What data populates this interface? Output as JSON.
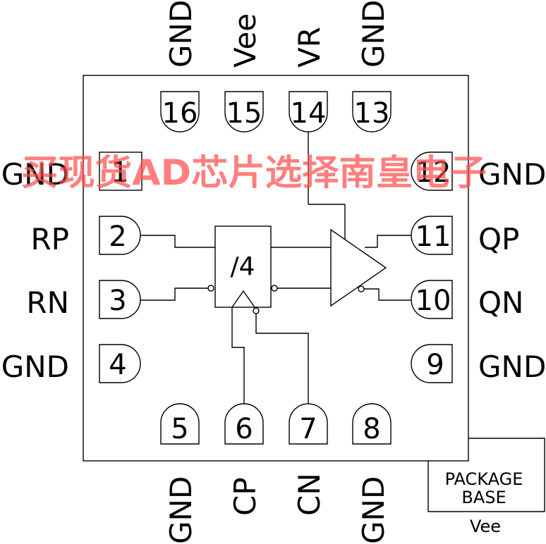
{
  "diagram": {
    "type": "ic-pinout",
    "divider_label": "/4",
    "package_base": {
      "line1": "PACKAGE",
      "line2": "BASE",
      "net": "Vee"
    },
    "pins": {
      "p1": {
        "number": "1",
        "name": "GND"
      },
      "p2": {
        "number": "2",
        "name": "RP"
      },
      "p3": {
        "number": "3",
        "name": "RN"
      },
      "p4": {
        "number": "4",
        "name": "GND"
      },
      "p5": {
        "number": "5",
        "name": "GND"
      },
      "p6": {
        "number": "6",
        "name": "CP"
      },
      "p7": {
        "number": "7",
        "name": "CN"
      },
      "p8": {
        "number": "8",
        "name": "GND"
      },
      "p9": {
        "number": "9",
        "name": "GND"
      },
      "p10": {
        "number": "10",
        "name": "QN"
      },
      "p11": {
        "number": "11",
        "name": "QP"
      },
      "p12": {
        "number": "12",
        "name": "GND"
      },
      "p13": {
        "number": "13",
        "name": "GND"
      },
      "p14": {
        "number": "14",
        "name": "VR"
      },
      "p15": {
        "number": "15",
        "name": "Vee"
      },
      "p16": {
        "number": "16",
        "name": "GND"
      }
    },
    "watermark": "买现货AD芯片选择南皇电子",
    "colors": {
      "line": "#000000",
      "watermark": "#ff4d4d",
      "background": "#ffffff"
    }
  }
}
